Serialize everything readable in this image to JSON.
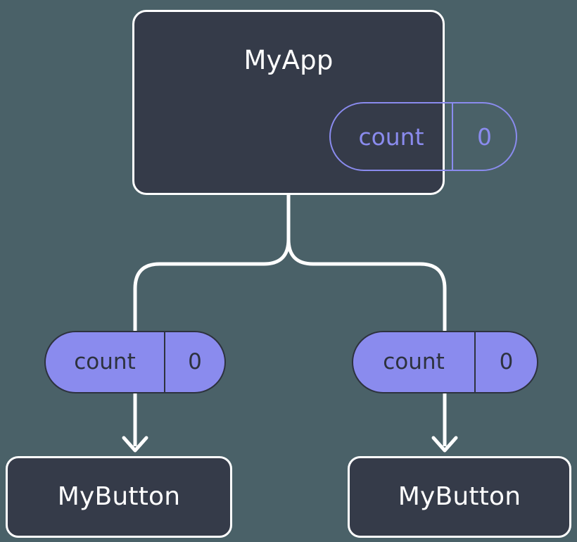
{
  "diagram": {
    "title": "React state prop-drilling tree",
    "type": "tree-diagram",
    "background_color": "#4a6168",
    "palette": {
      "box_fill": "#353b49",
      "box_border": "#ffffff",
      "accent": "#8a8bee",
      "pill_text_dark": "#2d323e",
      "wire": "#ffffff"
    }
  },
  "root": {
    "component_label": "MyApp",
    "state": {
      "key": "count",
      "value": "0"
    }
  },
  "branches": [
    {
      "side": "left",
      "prop": {
        "key": "count",
        "value": "0"
      },
      "component_label": "MyButton"
    },
    {
      "side": "right",
      "prop": {
        "key": "count",
        "value": "0"
      },
      "component_label": "MyButton"
    }
  ],
  "connectors": {
    "split_label": "branch-connector",
    "arrow_label": "prop-arrow"
  }
}
